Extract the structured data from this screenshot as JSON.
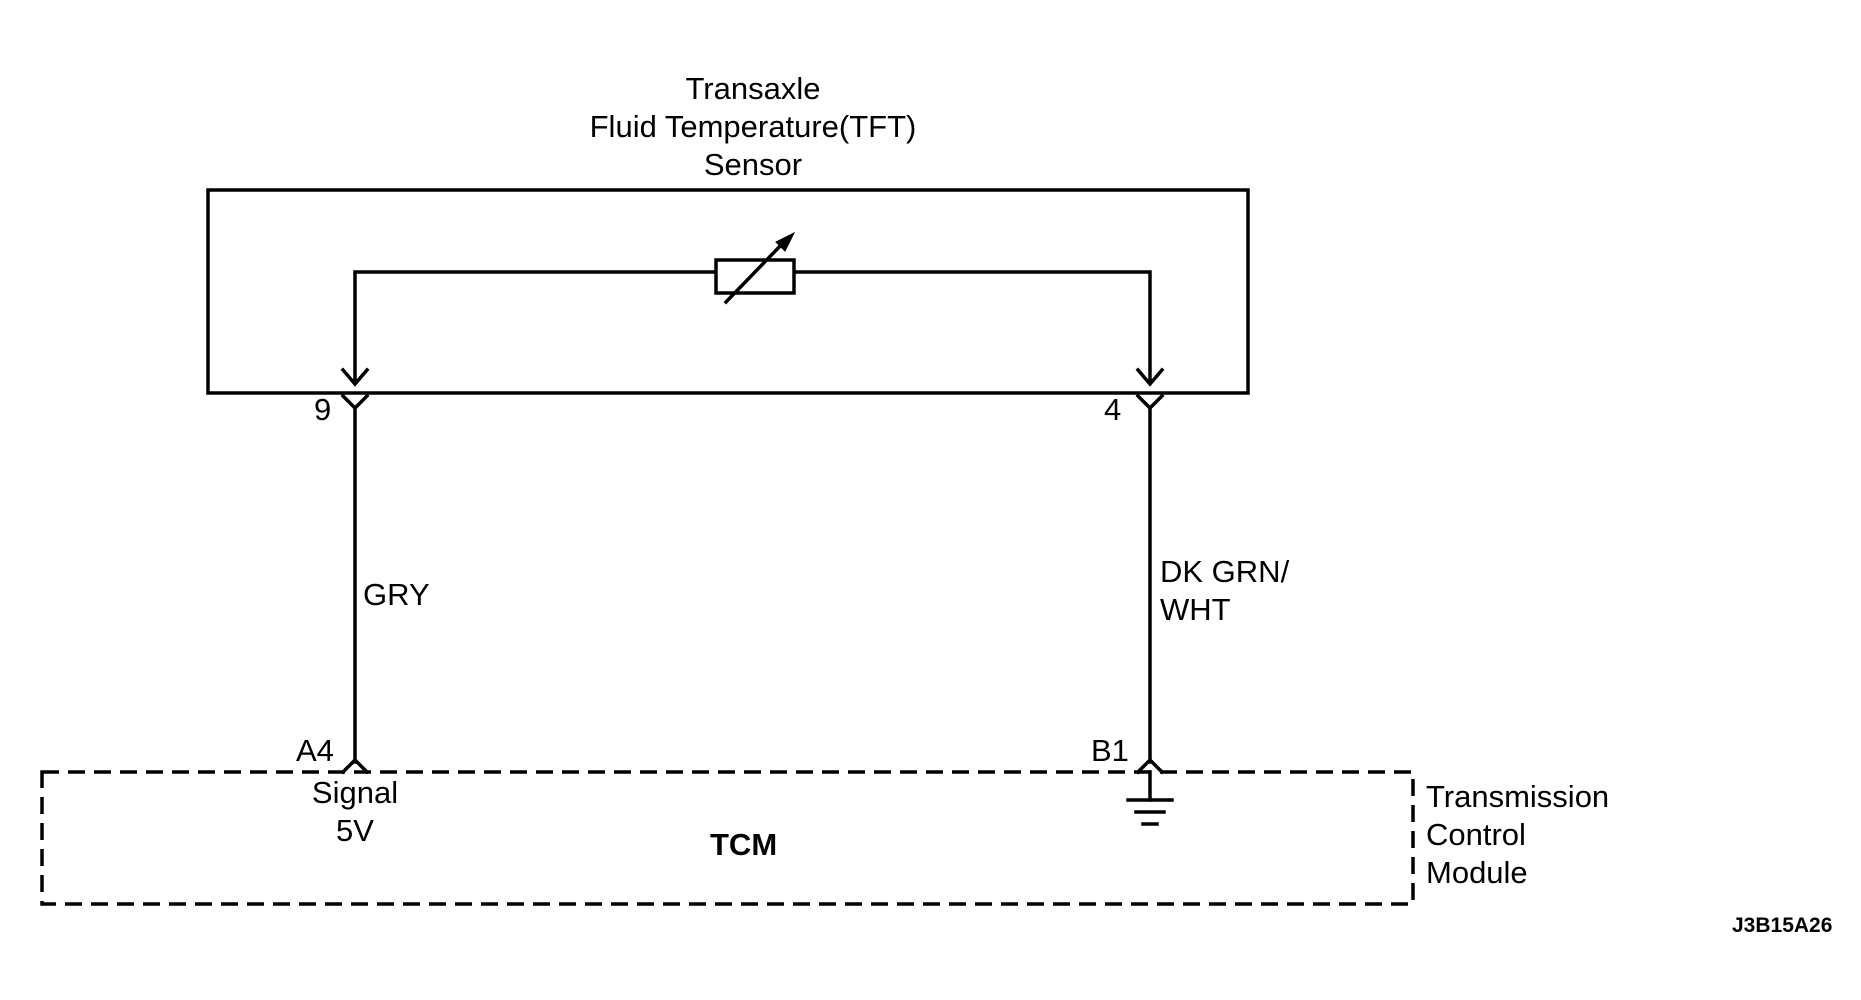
{
  "sensor": {
    "title_line1": "Transaxle",
    "title_line2": "Fluid Temperature(TFT)",
    "title_line3": "Sensor",
    "pin_left": "9",
    "pin_right": "4"
  },
  "wires": {
    "left_color": "GRY",
    "right_color_line1": "DK GRN/",
    "right_color_line2": "WHT"
  },
  "tcm": {
    "pin_left": "A4",
    "pin_right": "B1",
    "signal_line1": "Signal",
    "signal_line2": "5V",
    "abbrev": "TCM",
    "name_line1": "Transmission",
    "name_line2": "Control",
    "name_line3": "Module"
  },
  "figure_code": "J3B15A26",
  "icons": {
    "sensor_element": "thermistor-icon",
    "ground": "ground-icon"
  },
  "colors": {
    "line": "#000000",
    "background": "#ffffff"
  }
}
